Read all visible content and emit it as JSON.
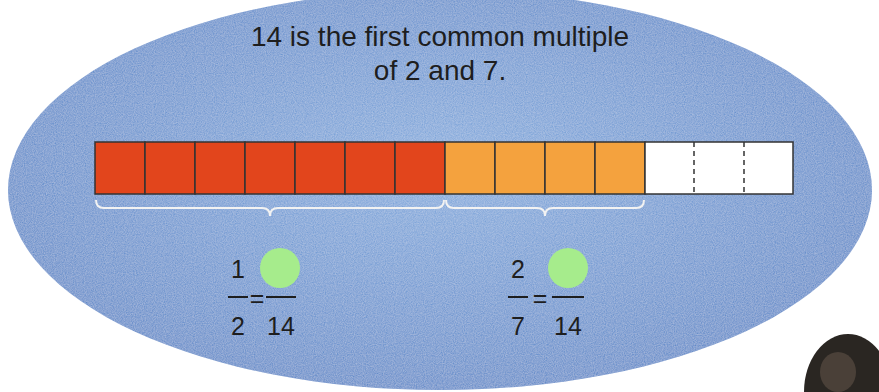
{
  "diagram": {
    "labels": [
      "14 is the first common multiple of 2 and 7.",
      "1",
      "2",
      "=",
      "14",
      "2",
      "7",
      "=",
      "14"
    ]
  }
}
